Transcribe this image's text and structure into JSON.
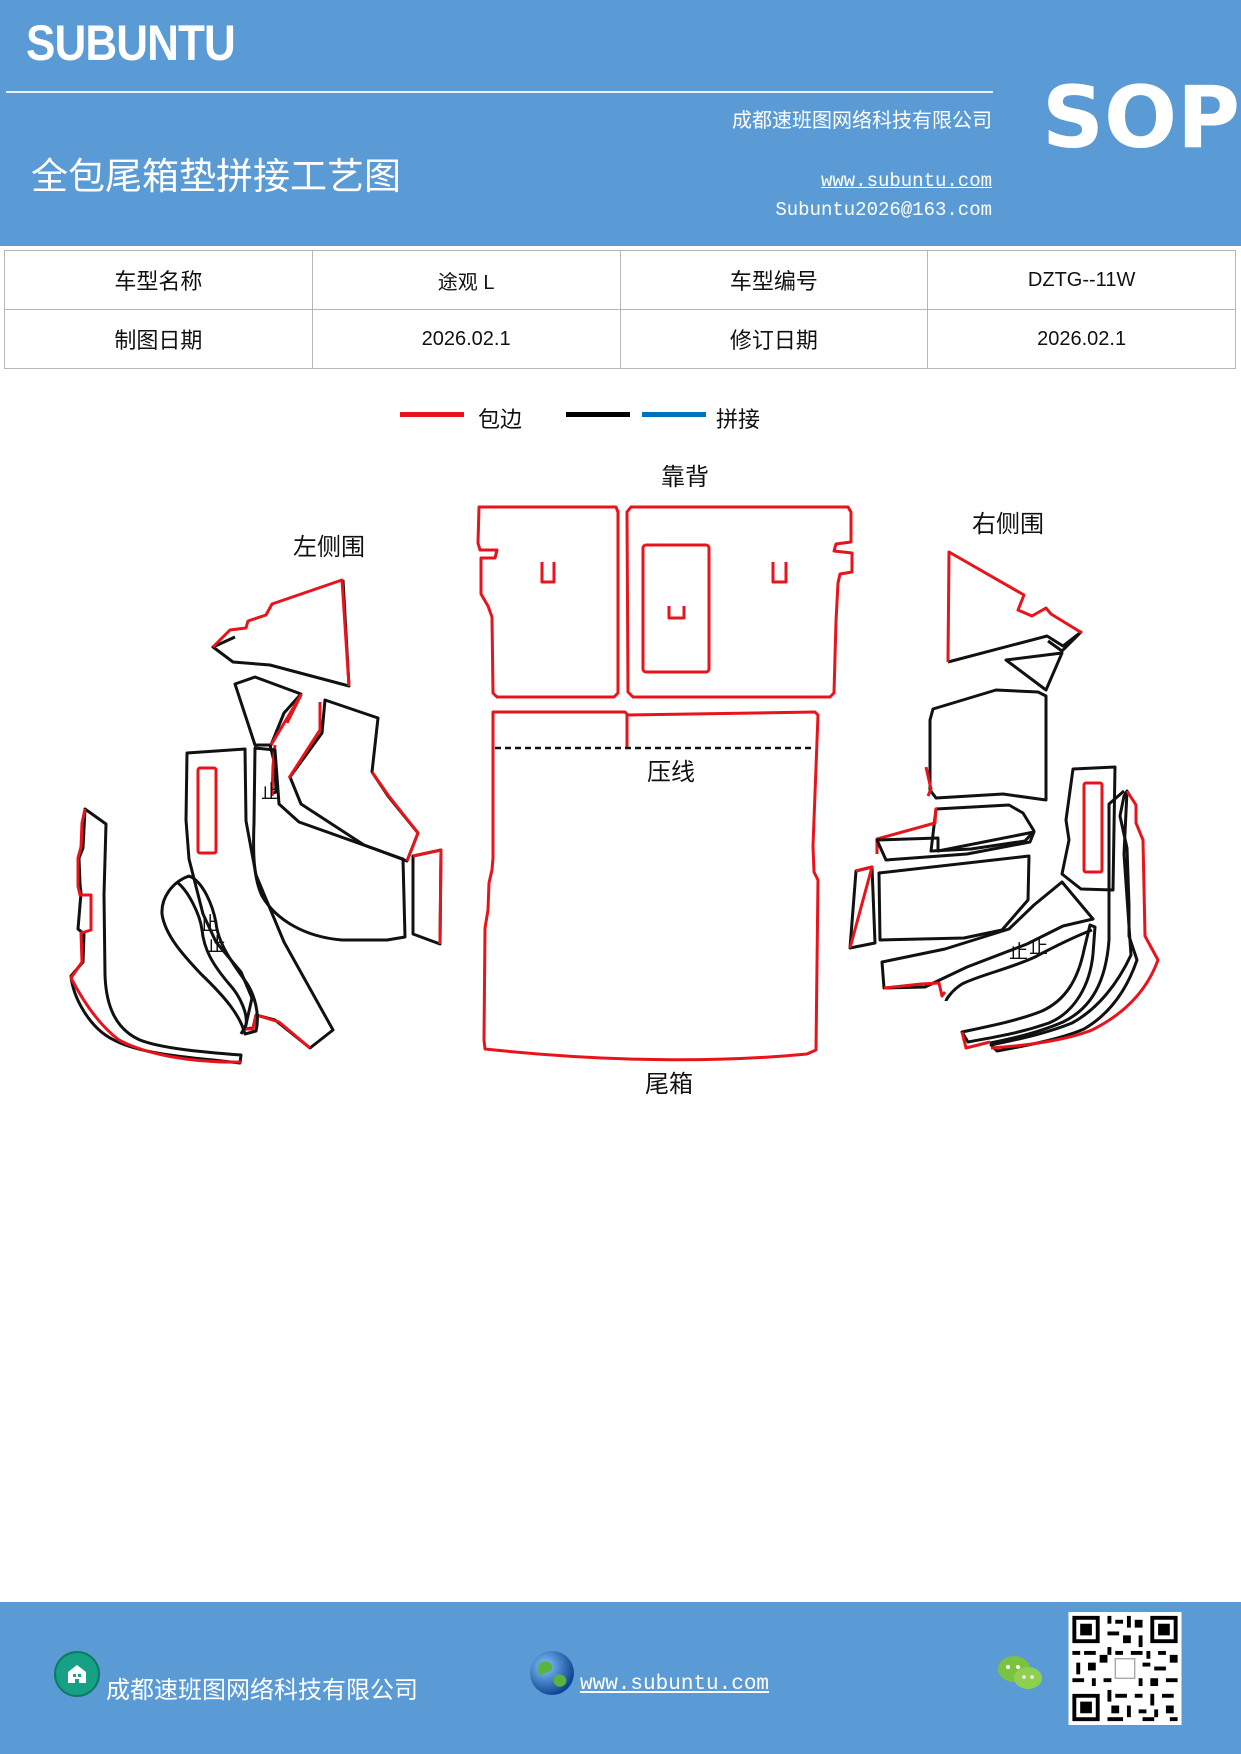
{
  "header": {
    "brand": "SUBUNTU",
    "company": "成都速班图网络科技有限公司",
    "title": "全包尾箱垫拼接工艺图",
    "website": "www.subuntu.com",
    "email": "Subuntu2026@163.com",
    "badge": "SOP"
  },
  "info_table": {
    "model_name_label": "车型名称",
    "model_name_value": "途观 L",
    "model_code_label": "车型编号",
    "model_code_value": "DZTG--11W",
    "draw_date_label": "制图日期",
    "draw_date_value": "2026.02.1",
    "revise_date_label": "修订日期",
    "revise_date_value": "2026.02.1"
  },
  "legend": {
    "edging_label": "包边",
    "edging_color": "#e8141b",
    "black_color": "#000000",
    "splice_label": "拼接",
    "splice_color": "#0070c0"
  },
  "drawing": {
    "backrest_label": "靠背",
    "left_side_label": "左侧围",
    "right_side_label": "右侧围",
    "press_line_label": "压线",
    "trunk_label": "尾箱",
    "stop_mark": "止"
  },
  "footer": {
    "company": "成都速班图网络科技有限公司",
    "website": "www.subuntu.com"
  },
  "icons": [
    "building-icon",
    "globe-icon",
    "wechat-icon",
    "qr-code"
  ]
}
